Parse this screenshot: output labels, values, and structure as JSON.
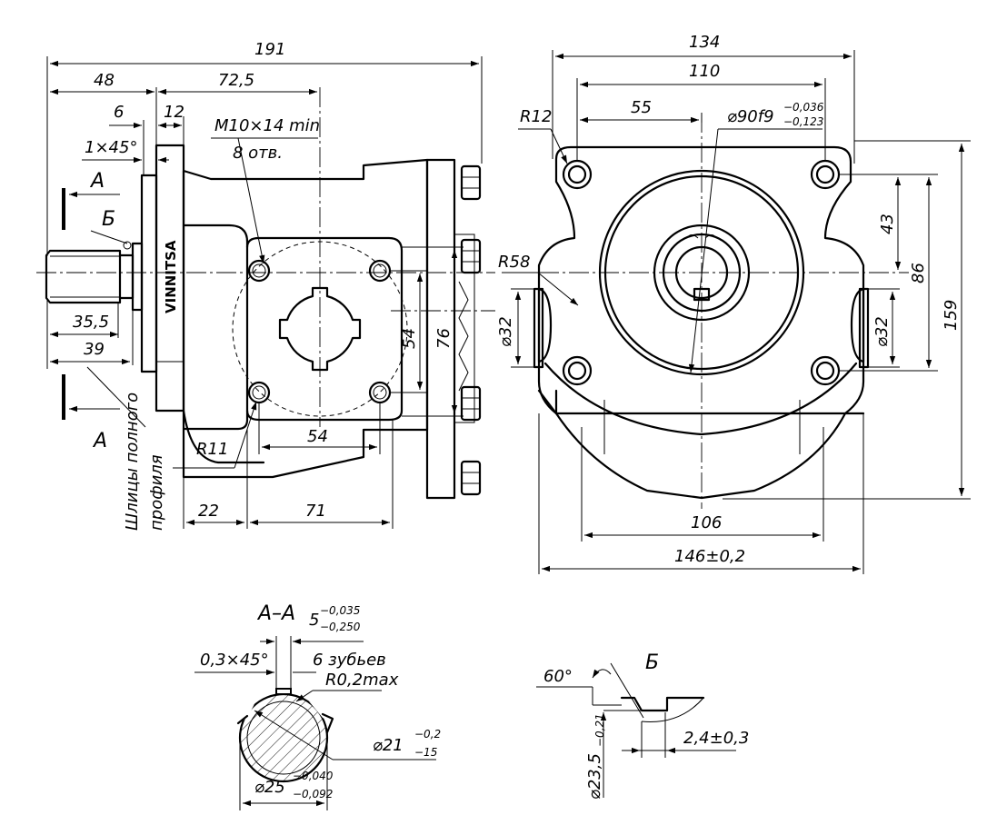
{
  "side_view": {
    "dims": {
      "total_length": "191",
      "front_to_flange": "48",
      "flange_to_ports": "72,5",
      "d6": "6",
      "d12": "12",
      "chamfer": "1×45°",
      "spline_length": "35,5",
      "shaft_length": "39",
      "d22": "22",
      "d71": "71",
      "port_bolt_spacing": "54",
      "port_height": "76",
      "port_width": "54",
      "radius": "R11"
    },
    "thread_note": "M10×14 min",
    "holes_note": "8 отв.",
    "brand": "VINNITSA",
    "section_letter": "А",
    "detail_letter": "Б",
    "spline_note_line1": "Шлицы полного",
    "spline_note_line2": "профиля"
  },
  "front_view": {
    "dims": {
      "total_width": "134",
      "bolt_spacing": "110",
      "half_spacing": "55",
      "pilot_diam": "⌀90f9",
      "pilot_tol_upper": "−0,036",
      "pilot_tol_lower": "−0,123",
      "corner_radius": "R12",
      "body_radius": "R58",
      "port_left": "⌀32",
      "port_right": "⌀32",
      "d43": "43",
      "d86": "86",
      "height": "159",
      "bottom_width": "106",
      "overall_width": "146±0,2"
    }
  },
  "section_aa": {
    "title": "А–А",
    "tooth_width": "5",
    "tooth_tol_upper": "−0,035",
    "tooth_tol_lower": "−0,250",
    "chamfer": "0,3×45°",
    "teeth": "6 зубьев",
    "radius": "R0,2max",
    "inner_diam": "⌀21",
    "inner_tol_upper": "−0,2",
    "inner_tol_lower": "−15",
    "outer_diam": "⌀25",
    "outer_tol_upper": "−0,040",
    "outer_tol_lower": "−0,092"
  },
  "detail_b": {
    "title": "Б",
    "angle": "60°",
    "diam": "⌀23,5",
    "diam_tol": "−0,21",
    "depth": "2,4±0,3"
  }
}
